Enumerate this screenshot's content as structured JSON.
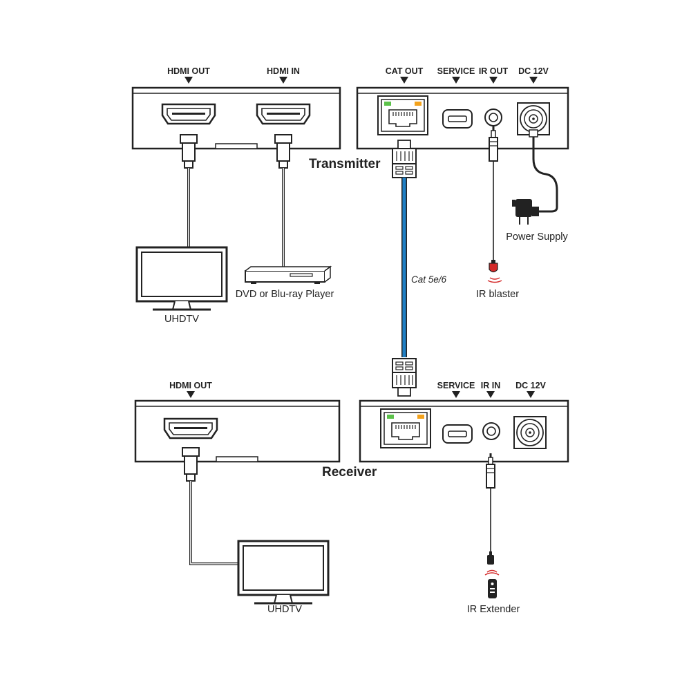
{
  "transmitter": {
    "title": "Transmitter",
    "ports_left": [
      "HDMI OUT",
      "HDMI IN"
    ],
    "ports_right": [
      "CAT OUT",
      "SERVICE",
      "IR OUT",
      "DC 12V"
    ]
  },
  "receiver": {
    "title": "Receiver",
    "ports_left": [
      "HDMI OUT"
    ],
    "ports_right": [
      "SERVICE",
      "IR IN",
      "DC 12V"
    ]
  },
  "devices": {
    "tx_tv": "UHDTV",
    "player": "DVD or Blu-ray Player",
    "power": "Power Supply",
    "ir_blaster": "IR blaster",
    "rx_tv": "UHDTV",
    "ir_extender": "IR Extender"
  },
  "cable": {
    "label": "Cat 5e/6"
  },
  "colors": {
    "cable_blue": "#1f7fc4",
    "led_green": "#5cc24a",
    "led_orange": "#f3a21c",
    "ir_red": "#d42a2a",
    "line": "#222222"
  }
}
